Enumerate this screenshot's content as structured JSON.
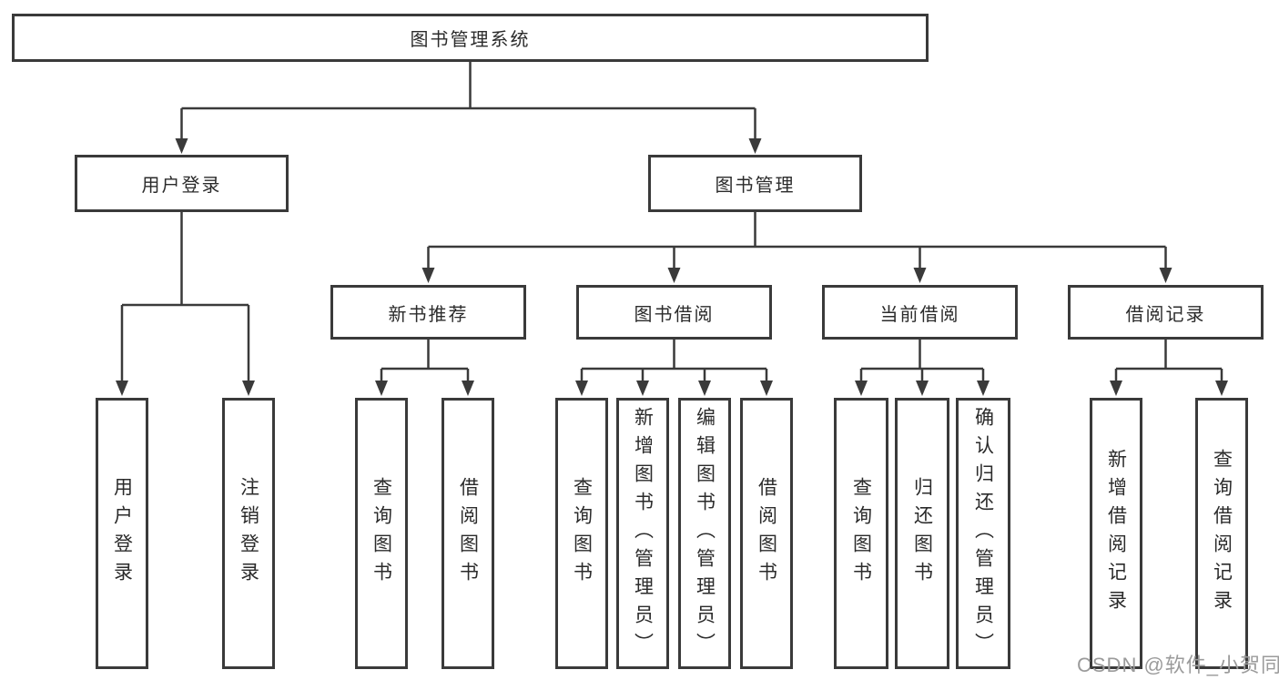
{
  "diagram": {
    "title": "图书管理系统",
    "root": {
      "id": "library-management-system",
      "label": "图书管理系统"
    },
    "level2": [
      {
        "id": "user-login",
        "label": "用户登录",
        "parent": "library-management-system"
      },
      {
        "id": "book-management",
        "label": "图书管理",
        "parent": "library-management-system"
      }
    ],
    "level3": [
      {
        "id": "new-book-recommend",
        "label": "新书推荐",
        "parent": "book-management"
      },
      {
        "id": "book-borrow",
        "label": "图书借阅",
        "parent": "book-management"
      },
      {
        "id": "current-borrow",
        "label": "当前借阅",
        "parent": "book-management"
      },
      {
        "id": "borrow-records",
        "label": "借阅记录",
        "parent": "book-management"
      }
    ],
    "level4": [
      {
        "id": "leaf-user-login",
        "label": "用户登录",
        "parent": "user-login"
      },
      {
        "id": "leaf-logout",
        "label": "注销登录",
        "parent": "user-login"
      },
      {
        "id": "leaf-newrec-query-books",
        "label": "查询图书",
        "parent": "new-book-recommend"
      },
      {
        "id": "leaf-newrec-borrow-books",
        "label": "借阅图书",
        "parent": "new-book-recommend"
      },
      {
        "id": "leaf-borrow-query-books",
        "label": "查询图书",
        "parent": "book-borrow"
      },
      {
        "id": "leaf-add-book-admin",
        "label": "新增图书（管理员）",
        "parent": "book-borrow"
      },
      {
        "id": "leaf-edit-book-admin",
        "label": "编辑图书（管理员）",
        "parent": "book-borrow"
      },
      {
        "id": "leaf-borrow-borrow-books",
        "label": "借阅图书",
        "parent": "book-borrow"
      },
      {
        "id": "leaf-current-query-books",
        "label": "查询图书",
        "parent": "current-borrow"
      },
      {
        "id": "leaf-return-books",
        "label": "归还图书",
        "parent": "current-borrow"
      },
      {
        "id": "leaf-confirm-return-admin",
        "label": "确认归还（管理员）",
        "parent": "current-borrow"
      },
      {
        "id": "leaf-add-borrow-record",
        "label": "新增借阅记录",
        "parent": "borrow-records"
      },
      {
        "id": "leaf-query-borrow-record",
        "label": "查询借阅记录",
        "parent": "borrow-records"
      }
    ]
  },
  "watermark": {
    "text": "CSDN @软件_小贺同学"
  },
  "colors": {
    "line": "#3a3a3a",
    "box_border": "#3a3a3a",
    "box_fill": "#ffffff",
    "text": "#2b2b2b",
    "watermark": "#9b9b9b",
    "background": "#ffffff"
  }
}
